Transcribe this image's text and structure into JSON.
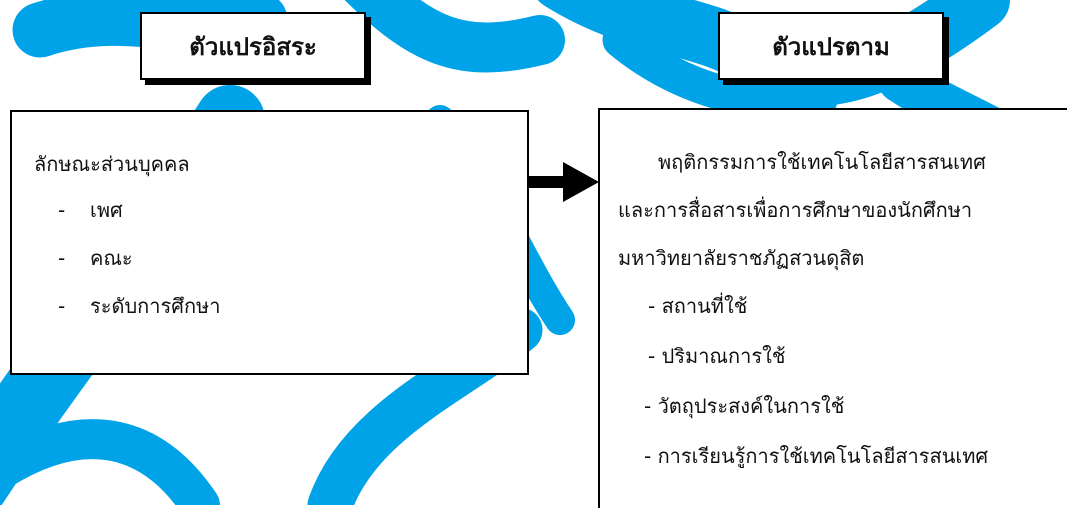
{
  "colors": {
    "accent": "#00a2e8",
    "border": "#000000",
    "background": "#ffffff"
  },
  "independent": {
    "title": "ตัวแปรอิสระ",
    "heading": "ลักษณะส่วนบุคคล",
    "items": [
      "เพศ",
      "คณะ",
      "ระดับการศึกษา"
    ]
  },
  "dependent": {
    "title": "ตัวแปรตาม",
    "lines": [
      "พฤติกรรมการใช้เทคโนโลยีสารสนเทศ",
      "และการสื่อสารเพื่อการศึกษาของนักศึกษา",
      "มหาวิทยาลัยราชภัฏสวนดุสิต"
    ],
    "items": [
      "- สถานที่ใช้",
      "- ปริมาณการใช้",
      "- วัตถุประสงค์ในการใช้",
      "- การเรียนรู้การใช้เทคโนโลยีสารสนเทศ"
    ]
  },
  "connector": {
    "direction": "right"
  }
}
